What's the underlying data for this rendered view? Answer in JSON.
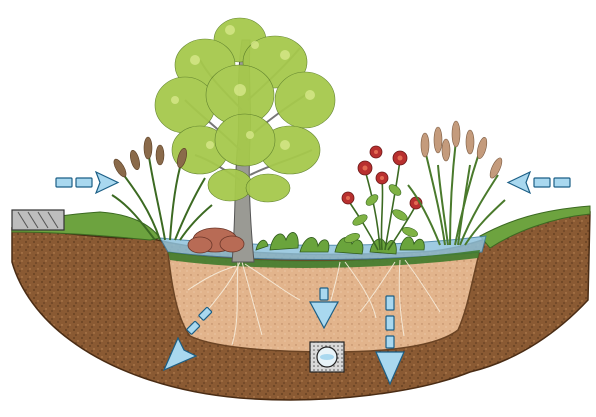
{
  "diagram": {
    "components": [
      "curb",
      "surface-flow-arrow-left",
      "surface-flow-arrow-right",
      "tree",
      "ornamental-grass-left",
      "ornamental-grass-right",
      "flowering-shrub",
      "ponding-water",
      "amended-soil-bed",
      "native-soil",
      "underdrain-pipe",
      "infiltration-arrow-left",
      "infiltration-arrow-center",
      "infiltration-arrow-right"
    ],
    "colors": {
      "arrow_fill": "#a9d8ef",
      "arrow_stroke": "#1c5f86",
      "native_soil": "#8a5a33",
      "amended_soil": "#e2b48c",
      "grass": "#5b8f3a",
      "foliage": "#a6c94c",
      "trunk": "#9a9a94",
      "flower": "#b8302f",
      "water": "#8fc3dc"
    }
  }
}
